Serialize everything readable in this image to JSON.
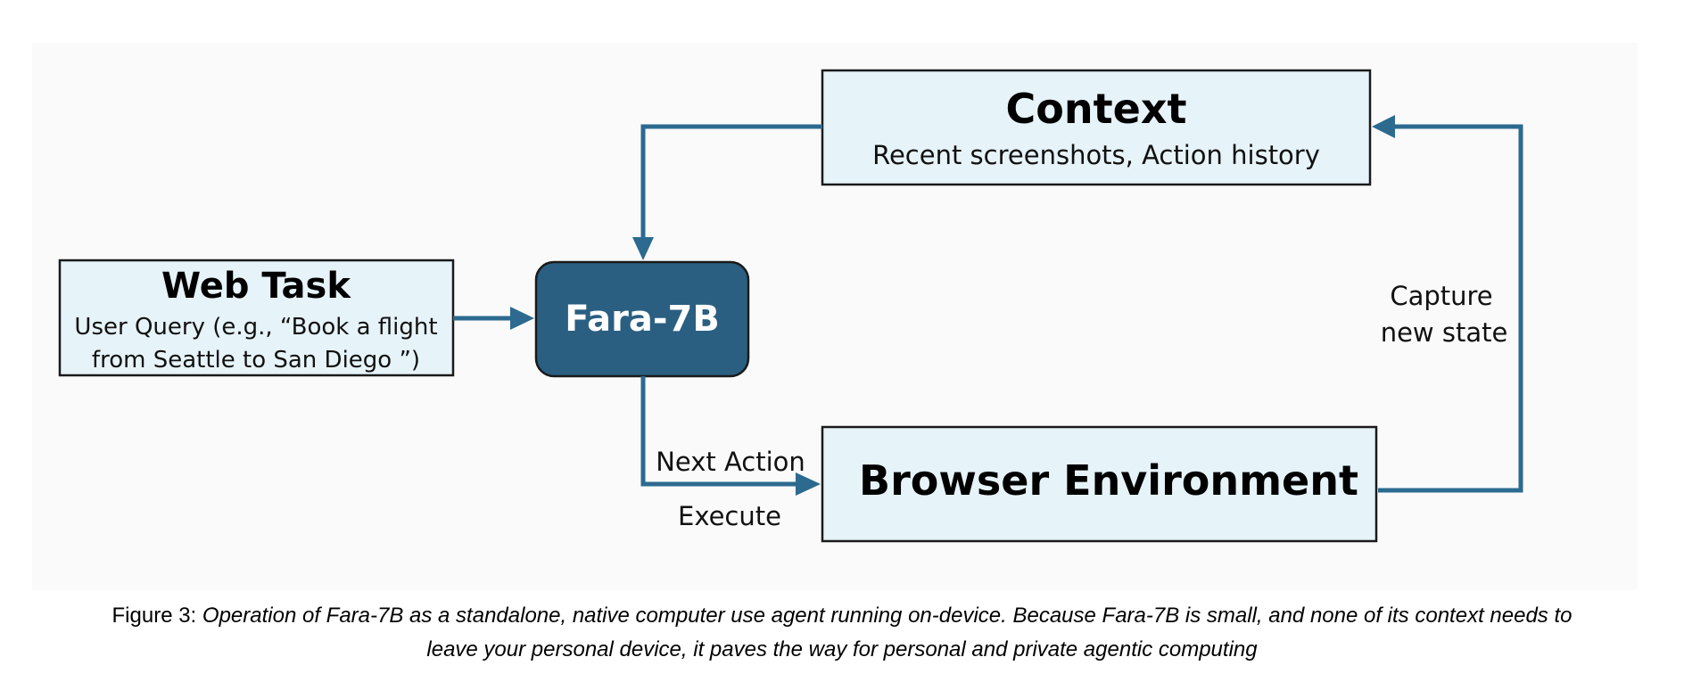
{
  "colors": {
    "box_fill": "#e6f3f9",
    "box_stroke": "#1a1a1a",
    "model_fill": "#2a5f82",
    "model_text": "#ffffff",
    "arrow": "#2c6a8f",
    "panel_bg": "#fafafa"
  },
  "nodes": {
    "context": {
      "title": "Context",
      "subtitle": "Recent screenshots, Action history"
    },
    "web_task": {
      "title": "Web Task",
      "line1": "User Query (e.g., “Book a flight",
      "line2": "from Seattle to San Diego ”)"
    },
    "model": {
      "title": "Fara-7B"
    },
    "browser": {
      "title": "Browser Environment"
    }
  },
  "edges": {
    "next_action": "Next Action",
    "execute": "Execute",
    "capture_line1": "Capture",
    "capture_line2": "new state"
  },
  "caption": {
    "label": "Figure 3: ",
    "body_line1": "Operation of Fara-7B as a standalone, native computer use agent running on-device. Because Fara-7B is small, and none of its context needs to",
    "body_line2": "leave your personal device, it paves the way for personal and private agentic computing"
  }
}
